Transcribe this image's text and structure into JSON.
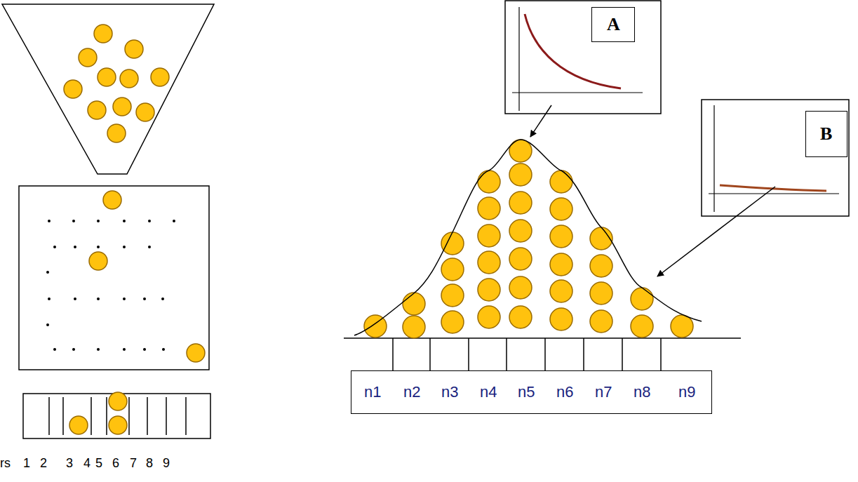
{
  "diagram": {
    "nodes": [
      {
        "text": [
          "A"
        ]
      },
      {
        "text": [
          "B"
        ]
      },
      {
        "text": [
          "n1",
          "n2",
          "n3",
          "n4",
          "n5",
          "n6",
          "n7",
          "n8",
          "n9"
        ]
      }
    ],
    "labels": [
      "rs",
      "1",
      "2",
      "3",
      "4",
      "5",
      "6",
      "7",
      "8",
      "9"
    ]
  }
}
